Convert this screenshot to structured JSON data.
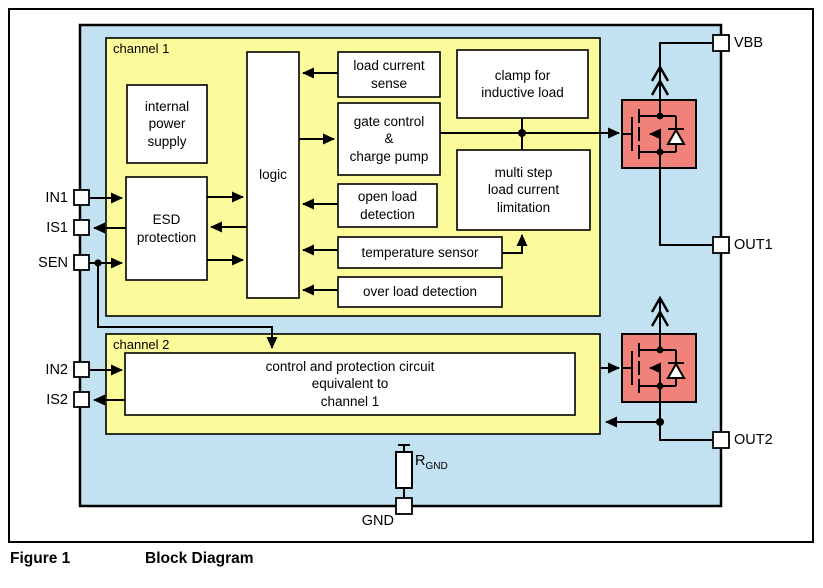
{
  "figure": {
    "label": "Figure 1",
    "title": "Block Diagram"
  },
  "channels": {
    "channel1_label": "channel 1",
    "channel2_label": "channel 2"
  },
  "blocks": {
    "internal_power_supply": "internal\npower\nsupply",
    "esd_protection": "ESD\nprotection",
    "logic": "logic",
    "load_current_sense": "load current\nsense",
    "gate_control_charge_pump": "gate control\n&\ncharge pump",
    "open_load_detection": "open load\ndetection",
    "temperature_sensor": "temperature sensor",
    "over_load_detection": "over load detection",
    "clamp_inductive_load": "clamp for\ninductive load",
    "multi_step_limitation": "multi step\nload current\nlimitation",
    "channel2_circuit": "control and protection circuit\nequivalent to\nchannel 1"
  },
  "pins": {
    "in1": "IN1",
    "is1": "IS1",
    "sen": "SEN",
    "in2": "IN2",
    "is2": "IS2",
    "vbb": "VBB",
    "out1": "OUT1",
    "out2": "OUT2",
    "gnd": "GND"
  },
  "resistor": {
    "name": "R",
    "subscript": "GND"
  },
  "icons": {
    "mosfet1": "nmos-with-body-diode-icon",
    "mosfet2": "nmos-with-body-diode-icon"
  },
  "colors": {
    "background_blue": "#C2E1F1",
    "channel_yellow": "#FBFB9B",
    "mosfet_red": "#F0827A",
    "box_white": "#FFFFFF",
    "line_black": "#000000"
  }
}
